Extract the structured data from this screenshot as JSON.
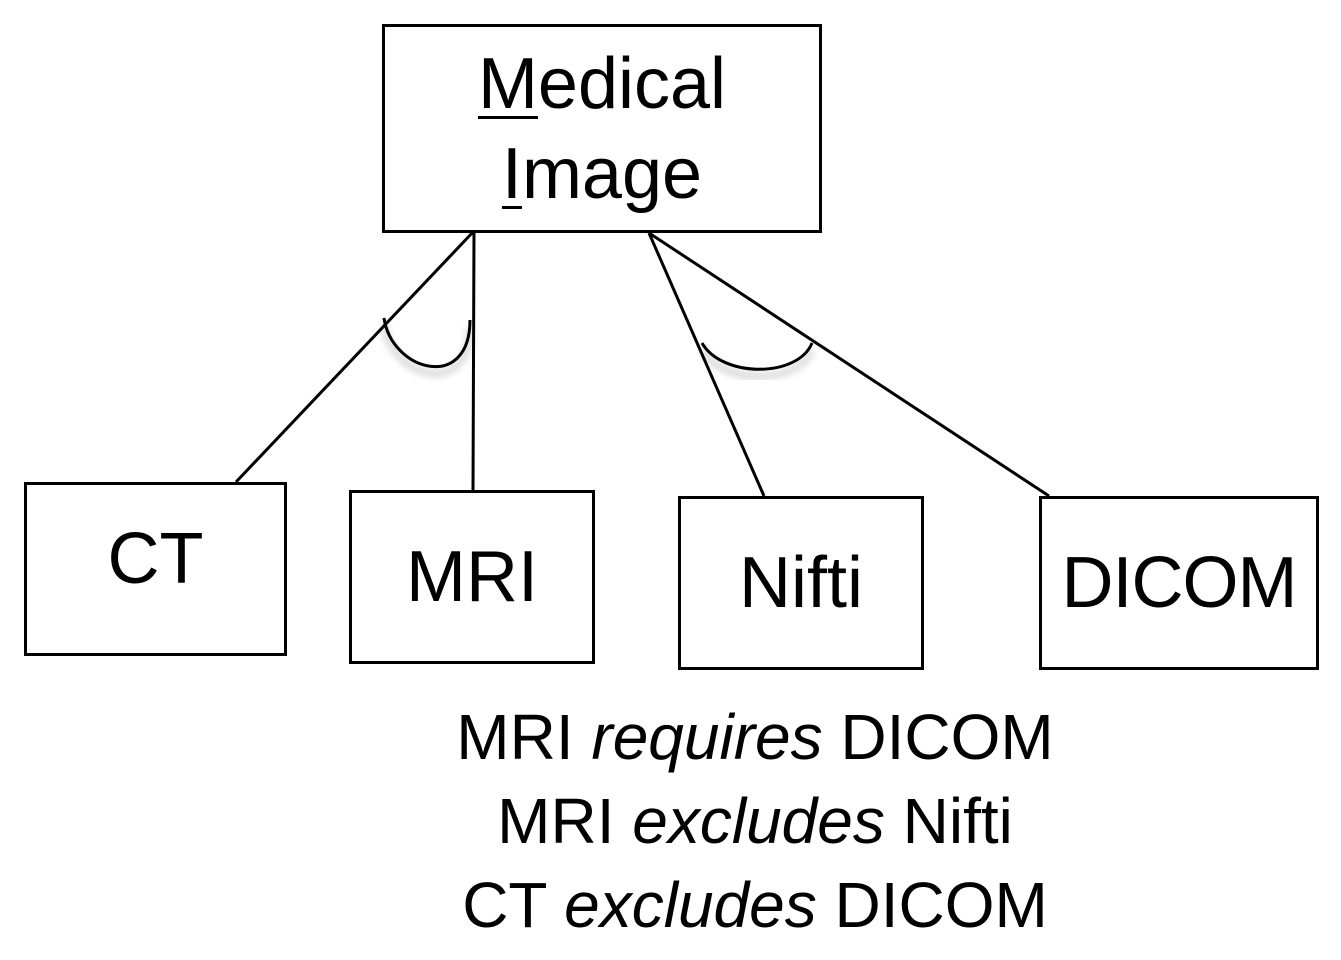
{
  "diagram": {
    "root": {
      "line1_first": "M",
      "line1_rest": "edical",
      "line2_first": "I",
      "line2_rest": "mage"
    },
    "children": [
      {
        "id": "ct",
        "label": "CT"
      },
      {
        "id": "mri",
        "label": "MRI"
      },
      {
        "id": "nifti",
        "label": "Nifti"
      },
      {
        "id": "dicom",
        "label": "DICOM"
      }
    ],
    "groups": [
      {
        "members": [
          "ct",
          "mri"
        ]
      },
      {
        "members": [
          "nifti",
          "dicom"
        ]
      }
    ],
    "constraints": [
      {
        "subject": "MRI",
        "relation": "requires",
        "object": "DICOM"
      },
      {
        "subject": "MRI",
        "relation": "excludes",
        "object": "Nifti"
      },
      {
        "subject": "CT",
        "relation": "excludes",
        "object": "DICOM"
      }
    ]
  }
}
